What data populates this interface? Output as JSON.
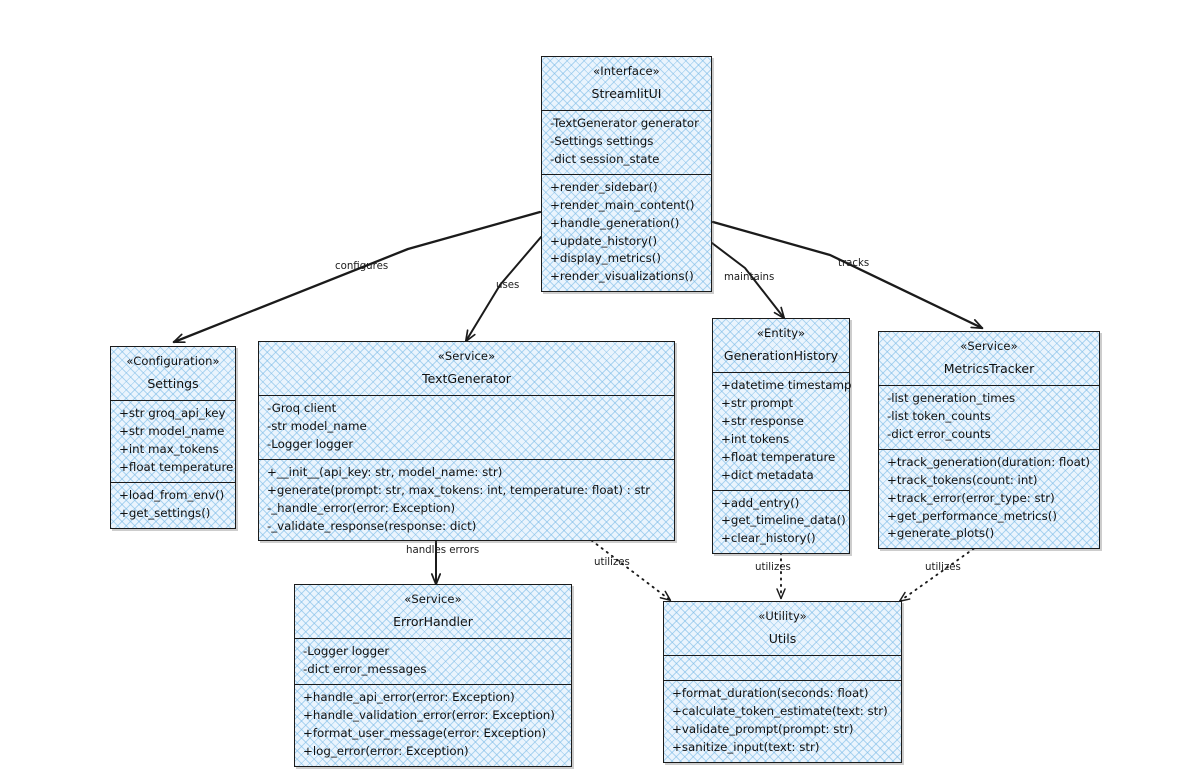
{
  "diagram": {
    "type": "uml-class-diagram",
    "title": "",
    "background": "#ffffff",
    "fill_color": "#eaf4fd",
    "hatch_color": "#78b9e6",
    "stroke_color": "#1b1b1b"
  },
  "classes": [
    {
      "id": "streamlit_ui",
      "stereotype": "«Interface»",
      "name": "StreamlitUI",
      "attributes": [
        "-TextGenerator generator",
        "-Settings settings",
        "-dict session_state"
      ],
      "methods": [
        "+render_sidebar()",
        "+render_main_content()",
        "+handle_generation()",
        "+update_history()",
        "+display_metrics()",
        "+render_visualizations()"
      ]
    },
    {
      "id": "settings",
      "stereotype": "«Configuration»",
      "name": "Settings",
      "attributes": [
        "+str groq_api_key",
        "+str model_name",
        "+int max_tokens",
        "+float temperature"
      ],
      "methods": [
        "+load_from_env()",
        "+get_settings()"
      ]
    },
    {
      "id": "text_generator",
      "stereotype": "«Service»",
      "name": "TextGenerator",
      "attributes": [
        "-Groq client",
        "-str model_name",
        "-Logger logger"
      ],
      "methods": [
        "+__init__(api_key: str, model_name: str)",
        "+generate(prompt: str, max_tokens: int, temperature: float) : str",
        "-_handle_error(error: Exception)",
        "-_validate_response(response: dict)"
      ]
    },
    {
      "id": "generation_history",
      "stereotype": "«Entity»",
      "name": "GenerationHistory",
      "attributes": [
        "+datetime timestamp",
        "+str prompt",
        "+str response",
        "+int tokens",
        "+float temperature",
        "+dict metadata"
      ],
      "methods": [
        "+add_entry()",
        "+get_timeline_data()",
        "+clear_history()"
      ]
    },
    {
      "id": "metrics_tracker",
      "stereotype": "«Service»",
      "name": "MetricsTracker",
      "attributes": [
        "-list generation_times",
        "-list token_counts",
        "-dict error_counts"
      ],
      "methods": [
        "+track_generation(duration: float)",
        "+track_tokens(count: int)",
        "+track_error(error_type: str)",
        "+get_performance_metrics()",
        "+generate_plots()"
      ]
    },
    {
      "id": "error_handler",
      "stereotype": "«Service»",
      "name": "ErrorHandler",
      "attributes": [
        "-Logger logger",
        "-dict error_messages"
      ],
      "methods": [
        "+handle_api_error(error: Exception)",
        "+handle_validation_error(error: Exception)",
        "+format_user_message(error: Exception)",
        "+log_error(error: Exception)"
      ]
    },
    {
      "id": "utils",
      "stereotype": "«Utility»",
      "name": "Utils",
      "attributes": [],
      "methods": [
        "+format_duration(seconds: float)",
        "+calculate_token_estimate(text: str)",
        "+validate_prompt(prompt: str)",
        "+sanitize_input(text: str)"
      ]
    }
  ],
  "relationships": [
    {
      "id": "rel_configures",
      "label": "configures",
      "from": "streamlit_ui",
      "to": "settings",
      "style": "solid"
    },
    {
      "id": "rel_uses",
      "label": "uses",
      "from": "streamlit_ui",
      "to": "text_generator",
      "style": "solid"
    },
    {
      "id": "rel_maintains",
      "label": "maintains",
      "from": "streamlit_ui",
      "to": "generation_history",
      "style": "solid"
    },
    {
      "id": "rel_tracks",
      "label": "tracks",
      "from": "streamlit_ui",
      "to": "metrics_tracker",
      "style": "solid"
    },
    {
      "id": "rel_handles_errors",
      "label": "handles errors",
      "from": "text_generator",
      "to": "error_handler",
      "style": "solid"
    },
    {
      "id": "rel_utilizes_textgen",
      "label": "utilizes",
      "from": "text_generator",
      "to": "utils",
      "style": "dotted"
    },
    {
      "id": "rel_utilizes_history",
      "label": "utilizes",
      "from": "generation_history",
      "to": "utils",
      "style": "dotted"
    },
    {
      "id": "rel_utilizes_metrics",
      "label": "utilizes",
      "from": "metrics_tracker",
      "to": "utils",
      "style": "dotted"
    }
  ]
}
